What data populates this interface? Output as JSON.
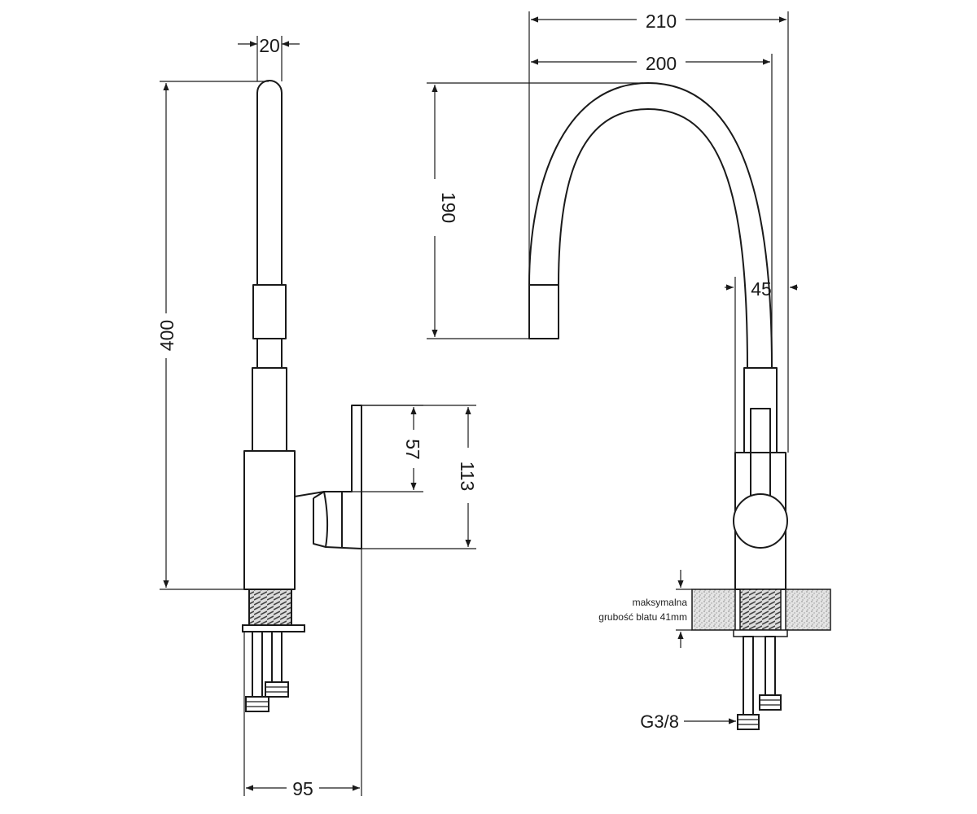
{
  "dimensions": {
    "left_width": "20",
    "left_height": "400",
    "left_base": "95",
    "handle_height": "57",
    "handle_total": "113",
    "spout_outer": "210",
    "spout_inner": "200",
    "spout_height": "190",
    "body_width": "45"
  },
  "countertop_note": {
    "line1": "maksymalna",
    "line2": "grubość blatu 41mm"
  },
  "connector_label": "G3/8",
  "colors": {
    "line": "#1a1a1a",
    "hatch": "#9a9a9a",
    "thread": "#555555"
  }
}
